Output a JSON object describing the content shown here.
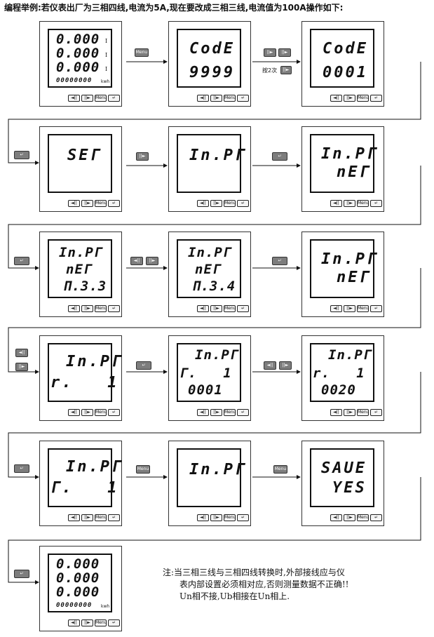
{
  "title": "编程举例:若仪表出厂为三相四线,电流为5A,现在要改成三相三线,电流值为100A操作如下:",
  "buttons": {
    "left": "◄||",
    "right": "||►",
    "menu": "Menu",
    "enter": "↵"
  },
  "step_note": "按2次",
  "meters": [
    {
      "id": "m1",
      "lines": [
        "0.000",
        "0.000",
        "0.000",
        "00000000"
      ],
      "unit": "kwh",
      "phase": "I"
    },
    {
      "id": "m2",
      "lines": [
        "CodE",
        "9999"
      ]
    },
    {
      "id": "m3",
      "lines": [
        "CodE",
        "0001"
      ]
    },
    {
      "id": "m4",
      "lines": [
        "SEΓ"
      ]
    },
    {
      "id": "m5",
      "lines": [
        "In.PΓ"
      ]
    },
    {
      "id": "m6",
      "lines": [
        "In.PΓ",
        "nEΓ"
      ]
    },
    {
      "id": "m7",
      "lines": [
        "In.PΓ",
        "nEΓ",
        "Π.3.3"
      ]
    },
    {
      "id": "m8",
      "lines": [
        "In.PΓ",
        "nEΓ",
        "Π.3.4"
      ]
    },
    {
      "id": "m9",
      "lines": [
        "In.PΓ",
        "nEΓ"
      ]
    },
    {
      "id": "m10",
      "lines": [
        "In.PΓ",
        "r.   1"
      ]
    },
    {
      "id": "m11",
      "lines": [
        "In.PΓ",
        "Γ.   1",
        "0001"
      ]
    },
    {
      "id": "m12",
      "lines": [
        "In.PΓ",
        "r.   1",
        "0020"
      ]
    },
    {
      "id": "m13",
      "lines": [
        "In.PΓ",
        "Γ.   1"
      ]
    },
    {
      "id": "m14",
      "lines": [
        "In.PΓ"
      ]
    },
    {
      "id": "m15",
      "lines": [
        "SAUE",
        "YES"
      ]
    },
    {
      "id": "m16",
      "lines": [
        "0.000",
        "0.000",
        "0.000",
        "00000000"
      ],
      "unit": "kwh"
    }
  ],
  "note": [
    "注:当三相三线与三相四线转换时,外部接线应与仪",
    "表内部设置必须相对应,否则测量数据不正确!!",
    "Un相不接,Ub相接在Un相上."
  ]
}
